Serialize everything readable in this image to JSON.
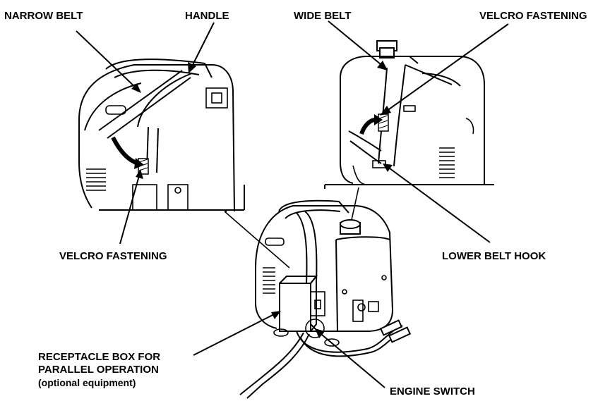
{
  "labels": {
    "narrow_belt": "NARROW BELT",
    "handle": "HANDLE",
    "wide_belt": "WIDE BELT",
    "velcro_fastening_right": "VELCRO FASTENING",
    "velcro_fastening_left": "VELCRO FASTENING",
    "lower_belt_hook": "LOWER BELT HOOK",
    "receptacle_line1": "RECEPTACLE BOX FOR",
    "receptacle_line2": "PARALLEL OPERATION",
    "receptacle_line3": "(optional equipment)",
    "engine_switch": "ENGINE SWITCH"
  }
}
